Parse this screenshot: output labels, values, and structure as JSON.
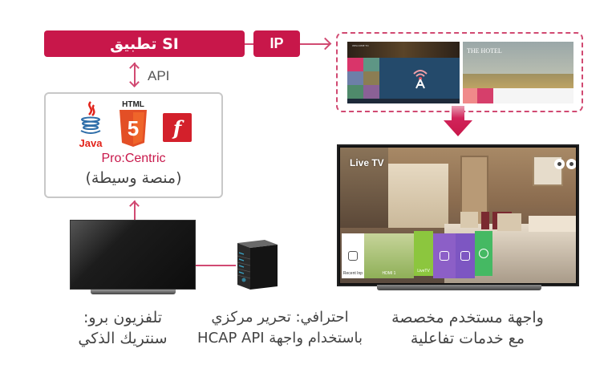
{
  "diagram": {
    "si_app": {
      "label": "تطبيق SI"
    },
    "ip_box": {
      "label": "IP"
    },
    "api_link": {
      "label": "API"
    },
    "middleware": {
      "logos": [
        {
          "name": "java",
          "label": "Java"
        },
        {
          "name": "html5",
          "label": "HTML",
          "glyph": "5"
        },
        {
          "name": "flash",
          "glyph": "f"
        }
      ],
      "title": "Pro:Centric",
      "subtitle": "(منصة وسيطة)"
    },
    "preview_screens": {
      "hotel_title": "THE HOTEL",
      "welcome": "WELCOME TO"
    },
    "big_tv": {
      "live_label": "Live TV",
      "tiles": [
        {
          "label": "Recent Inp",
          "color": "#ffffff"
        },
        {
          "label": "HDMI 1",
          "color": "#9fc25a"
        },
        {
          "label": "LiveTV",
          "color": "#8cc63e"
        },
        {
          "label": "",
          "color": "#8c5fc7"
        },
        {
          "label": "",
          "color": "#7d56c2"
        },
        {
          "label": "",
          "color": "#45b963"
        }
      ]
    },
    "captions": {
      "tv": [
        "تلفزيون برو:",
        "سنتريك الذكي"
      ],
      "server": [
        "احترافي: تحرير مركزي",
        "باستخدام واجهة HCAP API"
      ],
      "ui": [
        "واجهة مستخدم مخصصة",
        "مع خدمات تفاعلية"
      ]
    }
  },
  "colors": {
    "accent": "#c8174a",
    "line": "#d14a72",
    "border_gray": "#c8c8c8"
  }
}
